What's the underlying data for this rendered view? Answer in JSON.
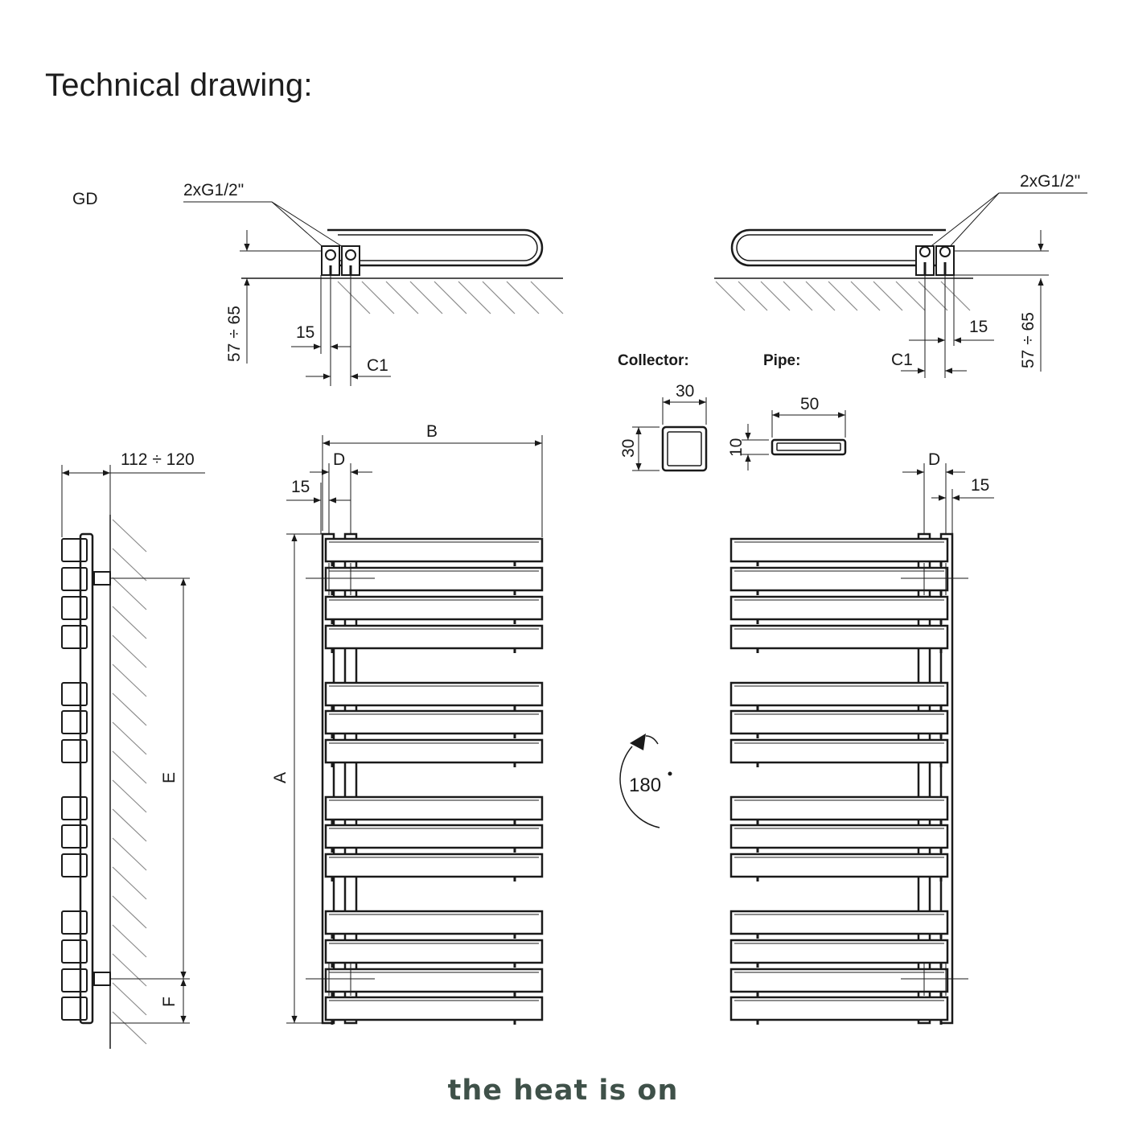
{
  "page": {
    "title": "Technical drawing:",
    "logo_text": "the heat is on",
    "colors": {
      "line": "#1a1a1a",
      "hatch": "#8a8a8a",
      "logo": "#3f5149",
      "background": "#ffffff"
    }
  },
  "top_view_left": {
    "model_code": "GD",
    "connection_label": "2xG1/2\"",
    "dim_wall_distance": "57 ÷ 65",
    "dim_offset": "15",
    "dim_c1": "C1"
  },
  "top_view_right": {
    "connection_label": "2xG1/2\"",
    "dim_wall_distance": "57 ÷ 65",
    "dim_offset": "15",
    "dim_c1": "C1"
  },
  "profiles": {
    "collector_label": "Collector:",
    "collector_width": "30",
    "collector_height": "30",
    "pipe_label": "Pipe:",
    "pipe_width": "50",
    "pipe_height": "10"
  },
  "side_view": {
    "dim_depth": "112 ÷ 120",
    "dim_e": "E",
    "dim_f": "F"
  },
  "front_view": {
    "dim_b": "B",
    "dim_d": "D",
    "dim_offset": "15",
    "dim_a": "A"
  },
  "mirror_view": {
    "rotation_label": "180",
    "dim_d": "D",
    "dim_offset": "15"
  }
}
